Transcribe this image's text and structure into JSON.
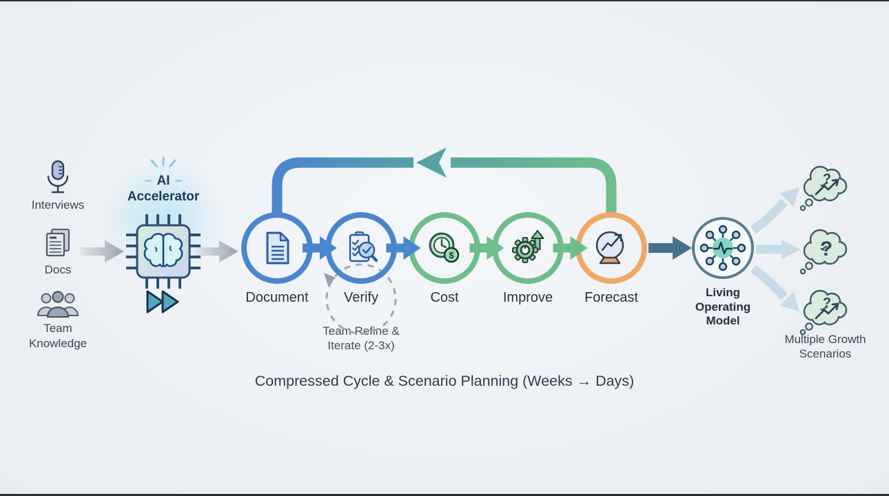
{
  "colors": {
    "background": "#edf1f5",
    "blue": "#4b85cd",
    "green": "#6fbd8b",
    "orange": "#f0a868",
    "teal_arrow": "#57a2a5",
    "slate_arrow": "#44708b",
    "gray_arrow": "#9aa5b2",
    "fan_arrow": "#c9dbe6",
    "ring_slate": "#5c7d8e",
    "teal_center": "#82d6c6",
    "cloud_fill": "#dcebe0",
    "cloud_stroke": "#3d5a66",
    "text_dark": "#2c3a48"
  },
  "inputs": [
    {
      "label": "Interviews",
      "icon": "microphone-icon"
    },
    {
      "label": "Docs",
      "icon": "docs-icon"
    },
    {
      "label": "Team\nKnowledge",
      "icon": "team-icon"
    }
  ],
  "accelerator": {
    "line1": "AI",
    "line2": "Accelerator",
    "dash": "–"
  },
  "cycle": {
    "stages": [
      {
        "label": "Document",
        "color": "#4b85cd",
        "icon": "document-icon"
      },
      {
        "label": "Verify",
        "color": "#4b85cd",
        "icon": "checklist-magnifier-icon"
      },
      {
        "label": "Cost",
        "color": "#6fbd8b",
        "icon": "clock-dollar-icon"
      },
      {
        "label": "Improve",
        "color": "#6fbd8b",
        "icon": "gear-up-arrow-icon"
      },
      {
        "label": "Forecast",
        "color": "#f0a868",
        "icon": "crystal-ball-icon"
      }
    ],
    "refine_note": "Team Refine &\nIterate (2-3x)"
  },
  "output_model": {
    "label": "Living\nOperating\nModel",
    "icon": "network-pulse-icon"
  },
  "scenarios": {
    "label": "Multiple Growth\nScenarios",
    "question_mark": "?"
  },
  "icons": {
    "dollar": "$"
  },
  "caption": "Compressed Cycle & Scenario Planning (Weeks → Days)"
}
